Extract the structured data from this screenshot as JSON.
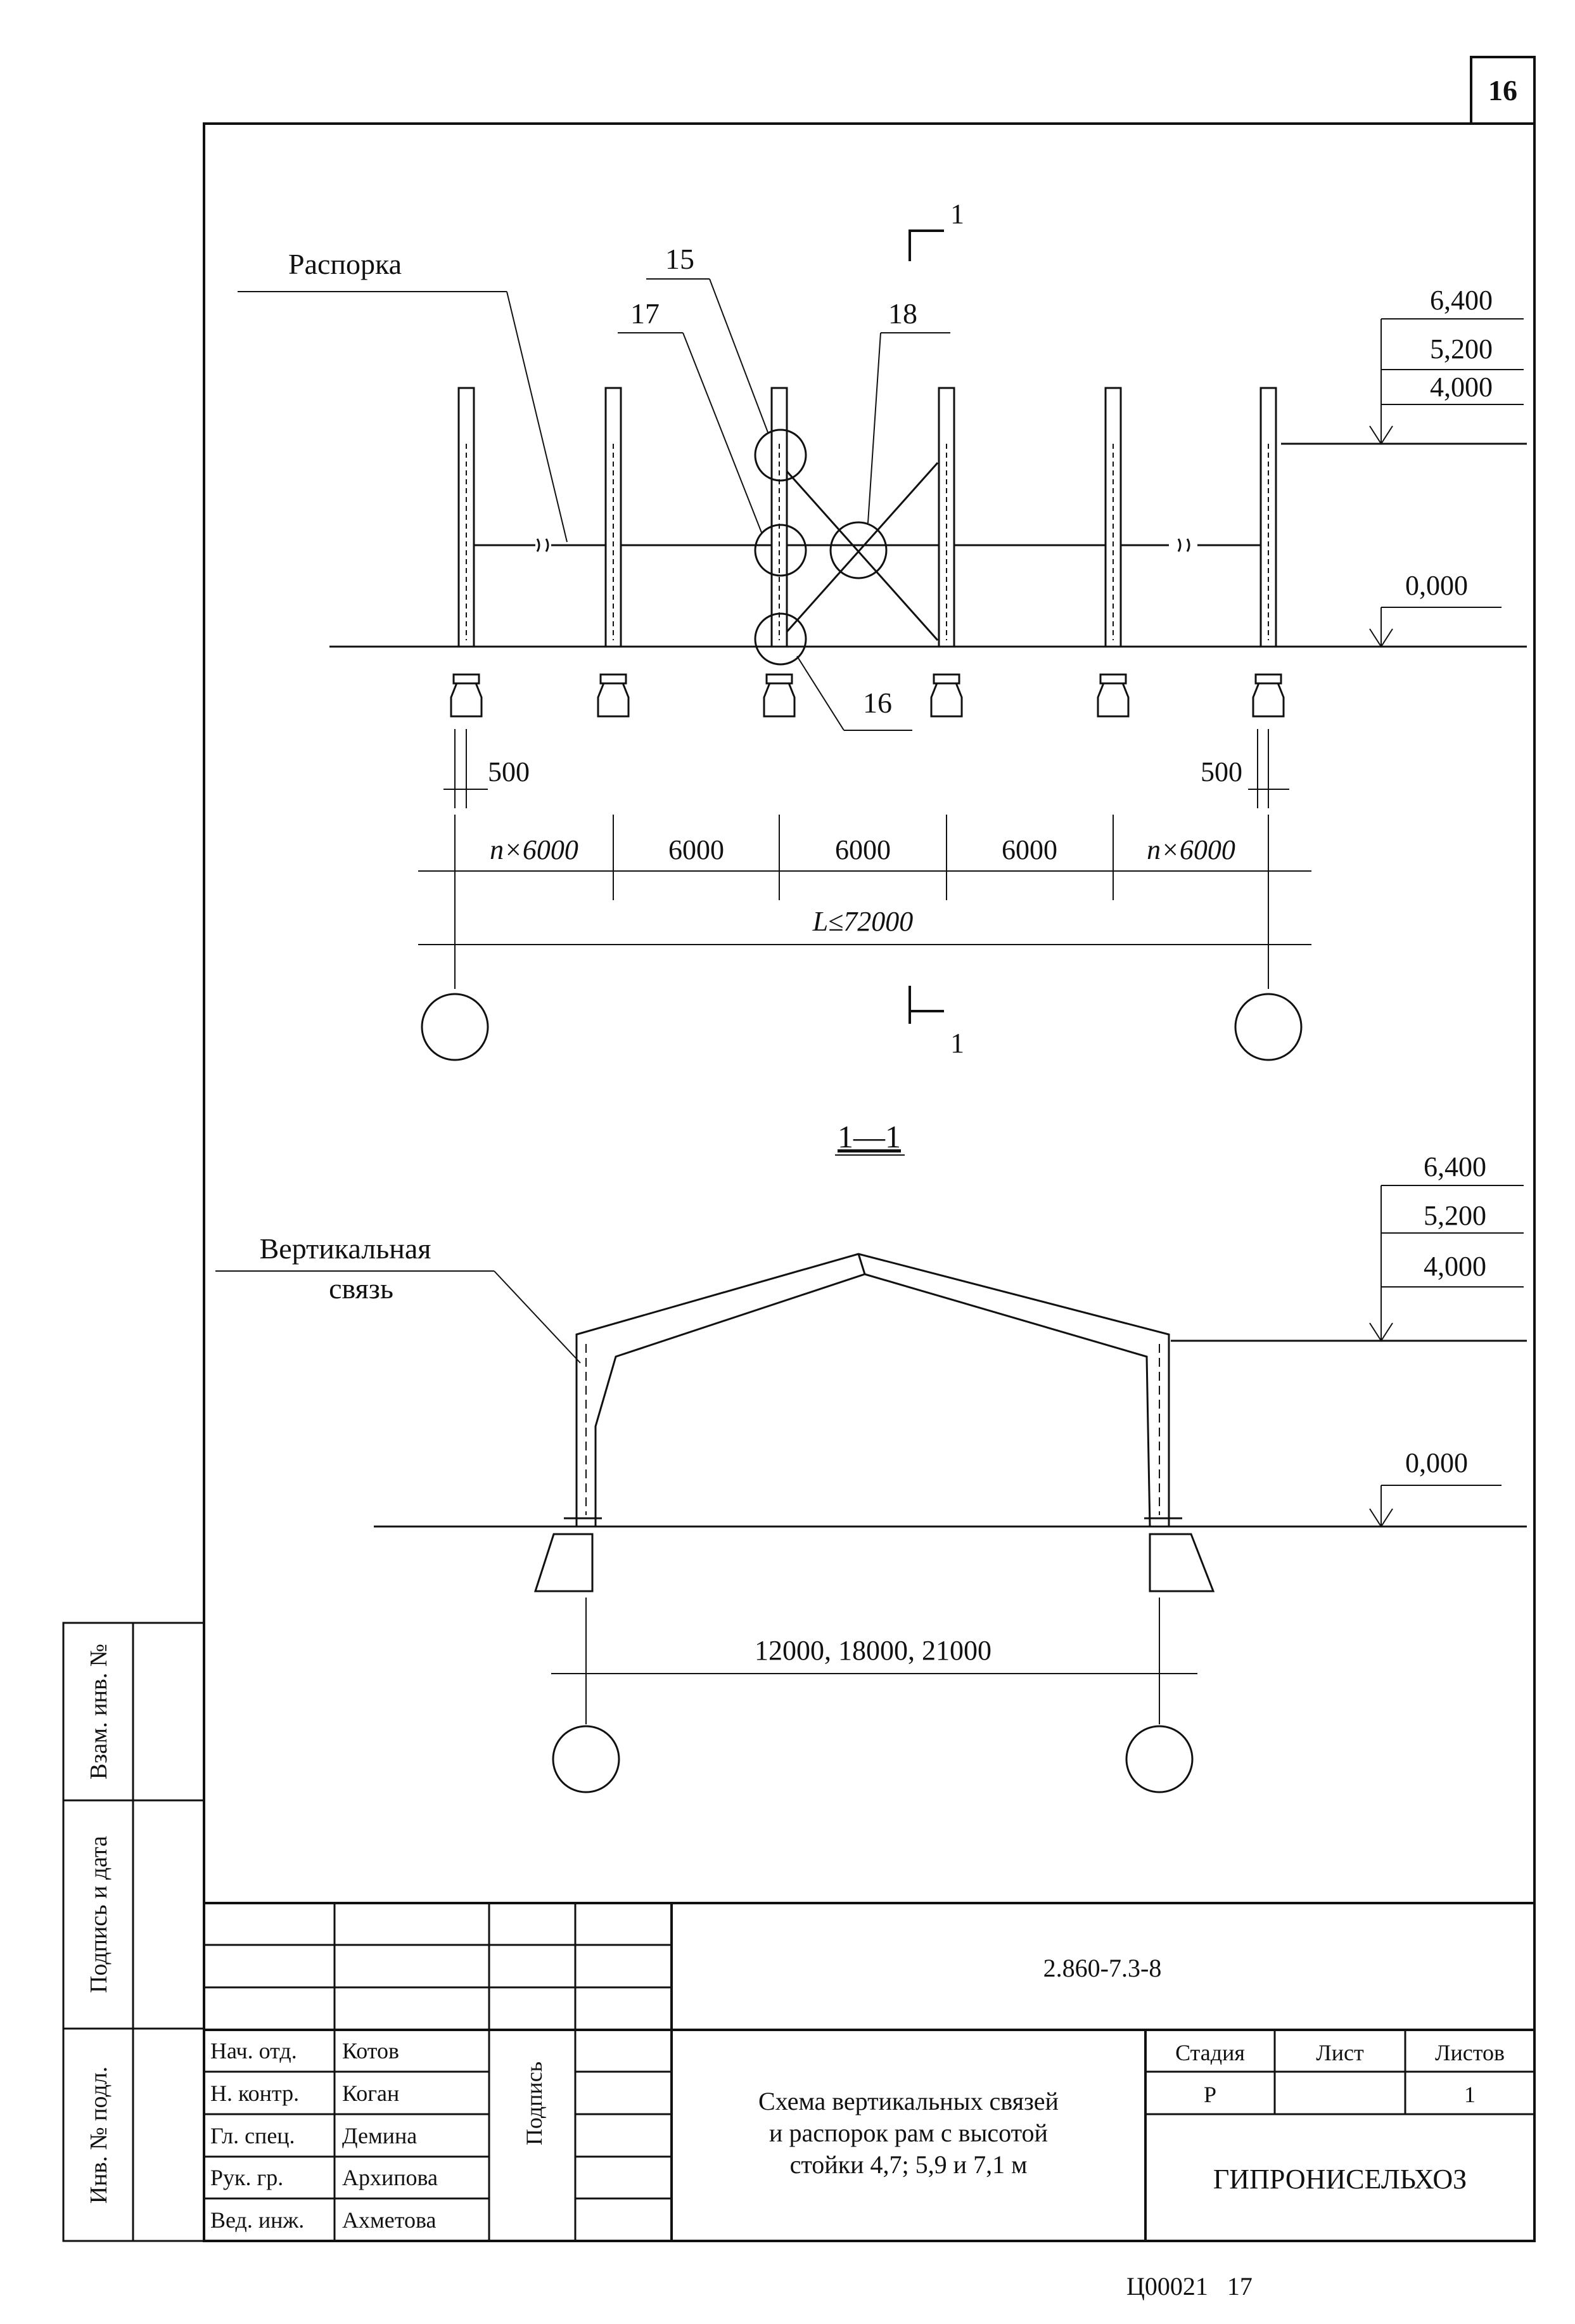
{
  "sheet_number": "16",
  "plan": {
    "section_mark": "1",
    "callouts": {
      "bracing_strut": "Распорка",
      "n15": "15",
      "n16": "16",
      "n17": "17",
      "n18": "18"
    },
    "elevations": [
      "6,400",
      "5,200",
      "4,000"
    ],
    "zero_elevation": "0,000",
    "offset_left": "500",
    "offset_right": "500",
    "spans": [
      "n×6000",
      "6000",
      "6000",
      "6000",
      "n×6000"
    ],
    "total_length": "L≤72000"
  },
  "section": {
    "title": "1—1",
    "callout_line1": "Вертикальная",
    "callout_line2": "связь",
    "elevations": [
      "6,400",
      "5,200",
      "4,000"
    ],
    "zero_elevation": "0,000",
    "span_label": "12000, 18000, 21000"
  },
  "side_stamp": {
    "replaced_inv": "Взам. инв. №",
    "signature_date": "Подпись и дата",
    "original_inv": "Инв. № подл."
  },
  "title_block": {
    "doc_code": "2.860-7.3-8",
    "roles": [
      "Нач. отд.",
      "Н. контр.",
      "Гл. спец.",
      "Рук. гр.",
      "Вед. инж."
    ],
    "names": [
      "Котов",
      "Коган",
      "Демина",
      "Архипова",
      "Ахметова"
    ],
    "signature_header": "Подпись",
    "title_line1": "Схема вертикальных связей",
    "title_line2": "и распорок рам с высотой",
    "title_line3": "стойки 4,7; 5,9 и 7,1 м",
    "stage_label": "Стадия",
    "sheet_label": "Лист",
    "sheets_label": "Листов",
    "stage_value": "Р",
    "sheets_value": "1",
    "organization": "ГИПРОНИСЕЛЬХОЗ"
  },
  "footer_code": "Ц00021   17"
}
